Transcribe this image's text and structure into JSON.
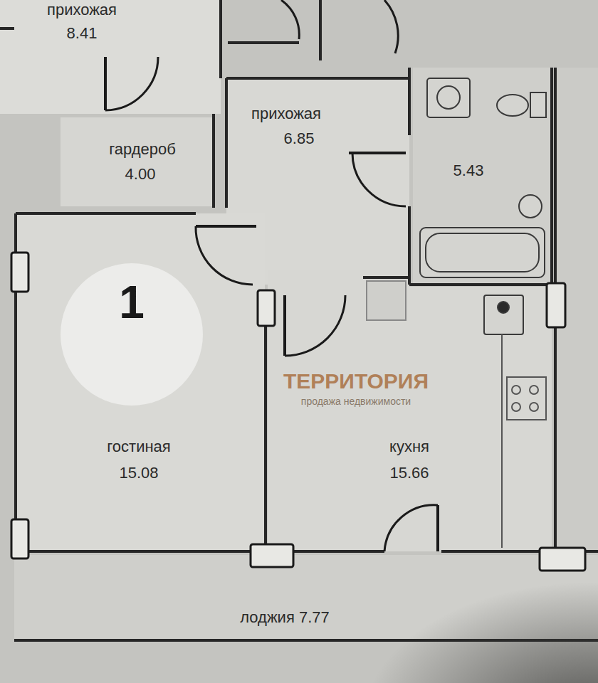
{
  "diagram": {
    "nodes": [
      {
        "text": [
          "прихожая",
          "8.41"
        ]
      },
      {
        "text": [
          "гардероб",
          "4.00"
        ]
      },
      {
        "text": [
          "прихожая",
          "6.85"
        ]
      },
      {
        "text": [
          "5.43"
        ]
      },
      {
        "text": [
          "гостиная",
          "15.08"
        ]
      },
      {
        "text": [
          "кухня",
          "15.66"
        ]
      },
      {
        "text": [
          "лоджия 7.77"
        ]
      }
    ],
    "labels": [
      "1",
      "ТЕРРИТОРИЯ",
      "продажа недвижимости"
    ]
  }
}
